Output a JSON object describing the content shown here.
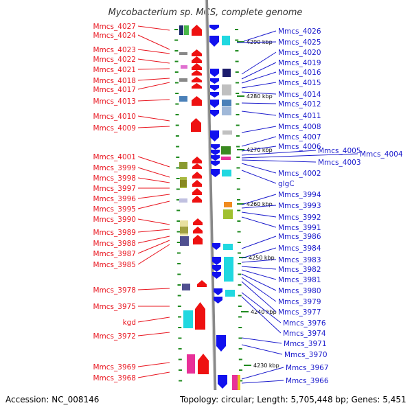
{
  "title": "Mycobacterium sp. MCS, complete genome",
  "footer": {
    "accession": "Accession: NC_008146",
    "topology": "Topology: circular; Length: 5,705,448 bp; Genes: 5,451"
  },
  "colors": {
    "forward_label": "#e8141e",
    "reverse_label": "#1a1acc",
    "backbone": "#888888",
    "tick": "#1f8a1f",
    "forward_strand": "#ee1111",
    "reverse_strand": "#1111ee"
  },
  "scale_labels": [
    "4290 kbp",
    "4280 kbp",
    "4270 kbp",
    "4260 kbp",
    "4250 kbp",
    "4240 kbp",
    "4230 kbp"
  ],
  "left_genes": [
    "Mmcs_4027",
    "Mmcs_4024",
    "Mmcs_4023",
    "Mmcs_4022",
    "Mmcs_4021",
    "Mmcs_4018",
    "Mmcs_4017",
    "Mmcs_4013",
    "Mmcs_4010",
    "Mmcs_4009",
    "Mmcs_4001",
    "Mmcs_3999",
    "Mmcs_3998",
    "Mmcs_3997",
    "Mmcs_3996",
    "Mmcs_3995",
    "Mmcs_3990",
    "Mmcs_3989",
    "Mmcs_3988",
    "Mmcs_3987",
    "Mmcs_3985",
    "Mmcs_3978",
    "Mmcs_3975",
    "kgd",
    "Mmcs_3972",
    "Mmcs_3969",
    "Mmcs_3968"
  ],
  "right_genes": [
    "Mmcs_4026",
    "Mmcs_4025",
    "Mmcs_4020",
    "Mmcs_4019",
    "Mmcs_4016",
    "Mmcs_4015",
    "Mmcs_4014",
    "Mmcs_4012",
    "Mmcs_4011",
    "Mmcs_4008",
    "Mmcs_4007",
    "Mmcs_4006",
    "Mmcs_4005",
    "Mmcs_4004",
    "Mmcs_4003",
    "Mmcs_4002",
    "glgC",
    "Mmcs_3994",
    "Mmcs_3993",
    "Mmcs_3992",
    "Mmcs_3991",
    "Mmcs_3986",
    "Mmcs_3984",
    "Mmcs_3983",
    "Mmcs_3982",
    "Mmcs_3981",
    "Mmcs_3980",
    "Mmcs_3979",
    "Mmcs_3977",
    "Mmcs_3976",
    "Mmcs_3974",
    "Mmcs_3971",
    "Mmcs_3970",
    "Mmcs_3967",
    "Mmcs_3966"
  ]
}
